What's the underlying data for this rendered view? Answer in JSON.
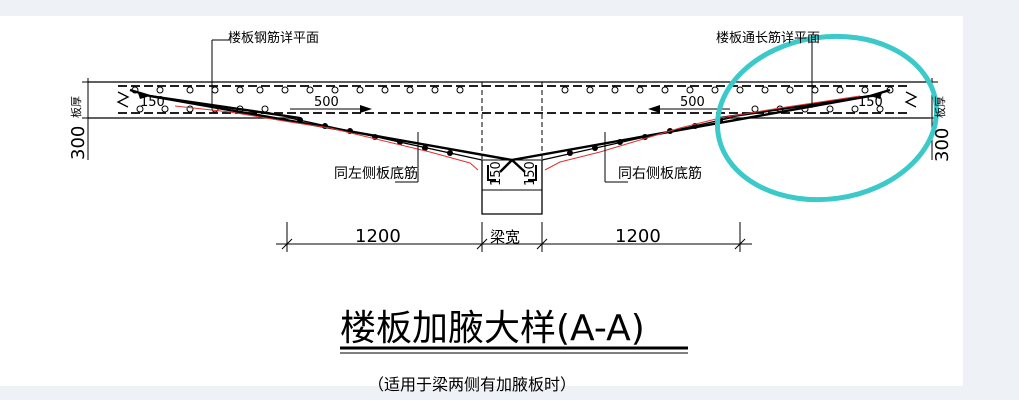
{
  "drawing": {
    "top_left_label": "楼板钢筋详平面",
    "top_right_label": "楼板通长筋详平面",
    "left_thickness_label": "300",
    "left_thickness_unit": "板厚",
    "right_thickness_label": "300",
    "right_thickness_unit": "板厚",
    "left_dim_150": "150",
    "left_dim_500": "500",
    "right_dim_500": "500",
    "right_dim_150": "150",
    "center_dim_left": "150",
    "center_dim_right": "150",
    "left_bottom_label": "同左侧板底筋",
    "right_bottom_label": "同右侧板底筋",
    "dim_left_1200": "1200",
    "dim_beam_width": "梁宽",
    "dim_right_1200": "1200",
    "title": "楼板加腋大样(A-A)",
    "subtitle": "（适用于梁两侧有加腋板时）"
  },
  "annotation": {
    "highlight_color": "#3cc9c9"
  }
}
